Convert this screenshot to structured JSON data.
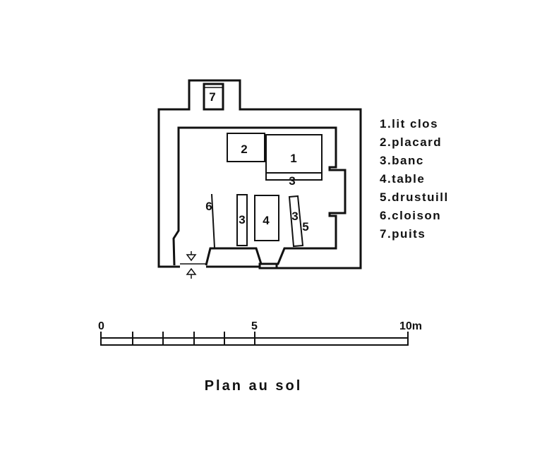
{
  "plan": {
    "labels": {
      "bed": "1",
      "cupboard": "2",
      "bench_top": "3",
      "bench_left": "3",
      "table": "4",
      "bench_right": "3",
      "dresser": "5",
      "partition": "6",
      "well": "7"
    }
  },
  "legend": [
    "1.lit clos",
    "2.placard",
    "3.banc",
    "4.table",
    "5.drustuill",
    "6.cloison",
    "7.puits"
  ],
  "scale": {
    "start": "0",
    "mid": "5",
    "end": "10m"
  },
  "title": "Plan au sol",
  "colors": {
    "ink": "#111111",
    "paper": "#ffffff"
  }
}
